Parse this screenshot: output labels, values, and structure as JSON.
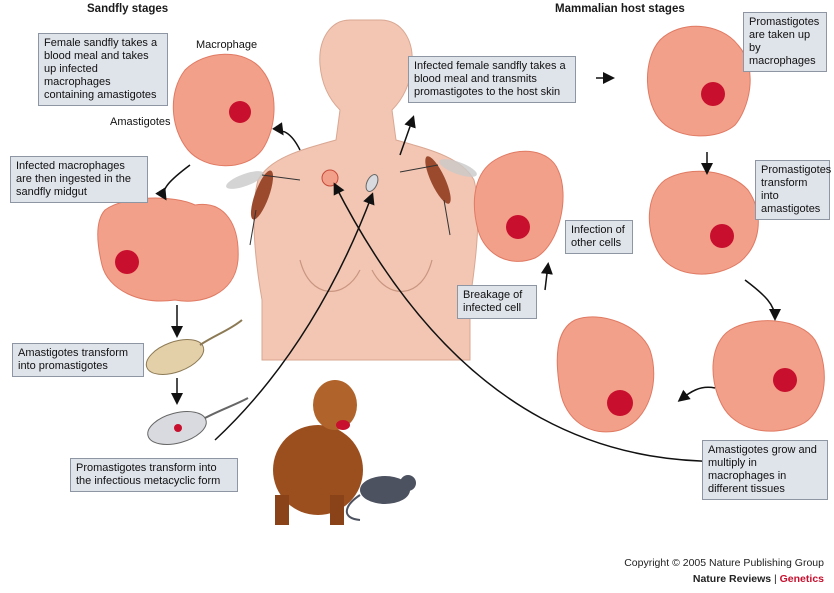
{
  "headers": {
    "sandfly": "Sandfly stages",
    "mammalian": "Mammalian host stages"
  },
  "boxes": {
    "female_meal": "Female sandfly takes a blood meal and takes up infected macrophages containing amastigotes",
    "ingested": "Infected macrophages are then ingested in the sandfly midgut",
    "amastigotes_transform": "Amastigotes transform into promastigotes",
    "metacyclic": "Promastigotes transform into the infectious metacyclic form",
    "transmit": "Infected female sandfly takes a blood meal and transmits promastigotes to the host skin",
    "taken_up": "Promastigotes are taken up by macrophages",
    "into_amastigotes": "Promastigotes transform into amastigotes",
    "grow_multiply": "Amastigotes grow and multiply in macrophages in different tissues",
    "infection_other": "Infection of other cells",
    "breakage": "Breakage of infected cell"
  },
  "labels": {
    "macrophage": "Macrophage",
    "amastigotes": "Amastigotes"
  },
  "footer": {
    "copyright": "Copyright © 2005 Nature Publishing Group",
    "journal": "Nature Reviews",
    "separator": " | ",
    "section": "Genetics"
  },
  "colors": {
    "cell": "#f3a08a",
    "cell_edge": "#e07a63",
    "nucleus": "#c8102e",
    "skin": "#f2c6b3",
    "box_bg": "#dfe3ea",
    "accent": "#c8102e"
  }
}
